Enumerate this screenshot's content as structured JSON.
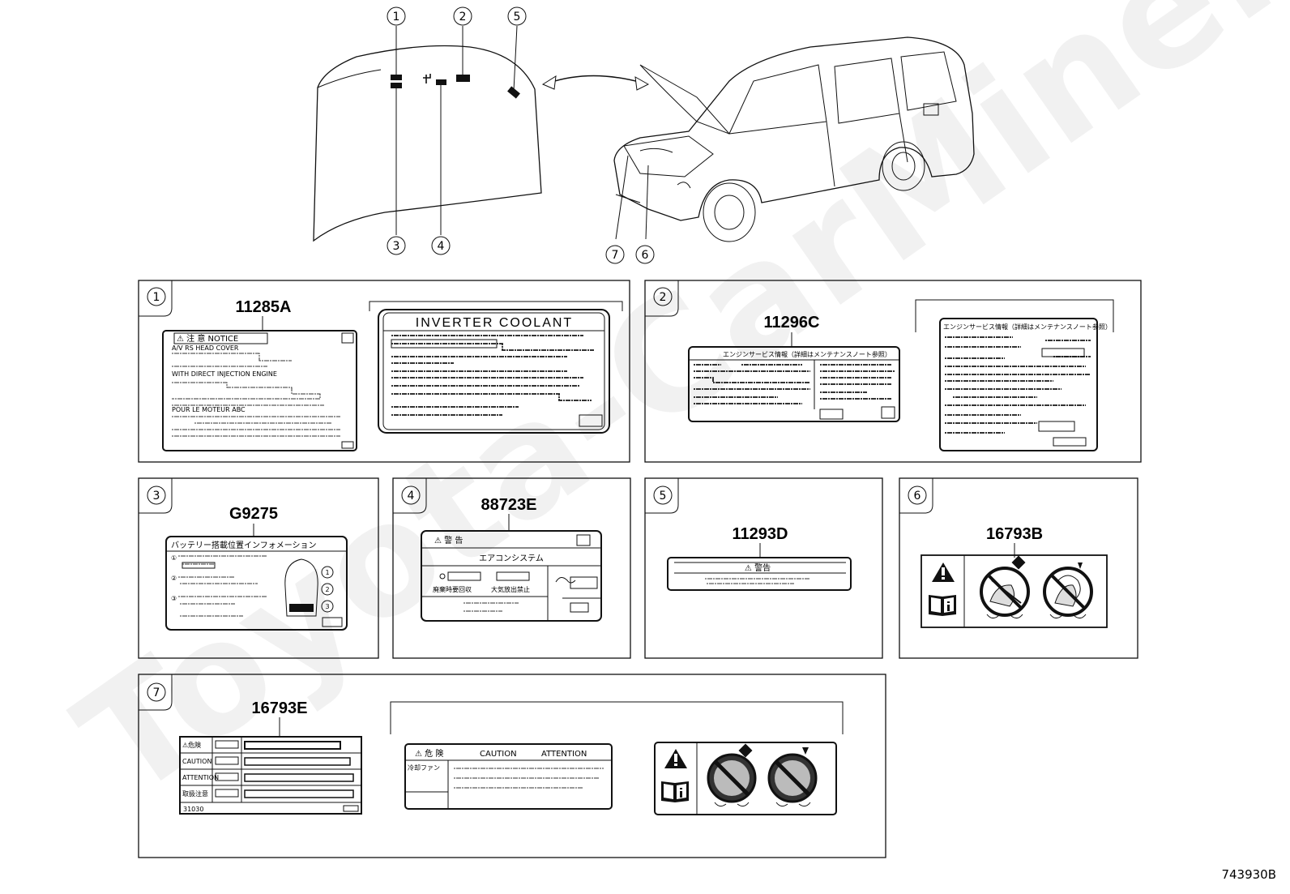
{
  "diagram_id": "743930B",
  "watermark": "Toyota-CarMine.ru",
  "overview": {
    "callouts": [
      "1",
      "2",
      "3",
      "4",
      "5",
      "6",
      "7"
    ]
  },
  "panels": [
    {
      "index": "1",
      "part_number": "11285A",
      "left_label": {
        "header": "⚠ 注 意  NOTICE",
        "line_1": "A/V RS HEAD COVER",
        "line_2": "WITH DIRECT INJECTION ENGINE",
        "line_3": "POUR LE MOTEUR ABC"
      },
      "right_label": {
        "header": "INVERTER COOLANT"
      }
    },
    {
      "index": "2",
      "part_number": "11296C",
      "left_label": {
        "header": "エンジンサービス情報（詳細はメンテナンスノート参照）"
      },
      "right_label": {
        "header": "エンジンサービス情報（詳細はメンテナンスノート参照）"
      }
    },
    {
      "index": "3",
      "part_number": "G9275",
      "label": {
        "header": "バッテリー搭載位置インフォメーション",
        "left_markers": [
          "①",
          "②",
          "③"
        ],
        "right_markers": [
          "1",
          "2",
          "3"
        ]
      }
    },
    {
      "index": "4",
      "part_number": "88723E",
      "label": {
        "header": "⚠  警 告",
        "title": "エアコンシステム",
        "text_1": "廃棄時要回収",
        "text_2": "大気放出禁止"
      }
    },
    {
      "index": "5",
      "part_number": "11293D",
      "label": {
        "header": "⚠ 警告"
      }
    },
    {
      "index": "6",
      "part_number": "16793B"
    },
    {
      "index": "7",
      "part_number": "16793E",
      "left_label": {
        "row_1": "⚠危険",
        "row_2": "CAUTION",
        "row_3": "ATTENTION",
        "row_4": "取扱注意",
        "footer": "31030"
      },
      "middle_label": {
        "header_1": "⚠  危  険",
        "header_2": "CAUTION",
        "header_3": "ATTENTION",
        "row_1": "冷却ファン"
      }
    }
  ],
  "icons": {
    "warning": "warning-triangle-icon",
    "manual": "manual-info-icon",
    "no_hand_fan": "no-hand-near-fan-icon",
    "no_hand_belt": "no-hand-near-belt-icon"
  }
}
